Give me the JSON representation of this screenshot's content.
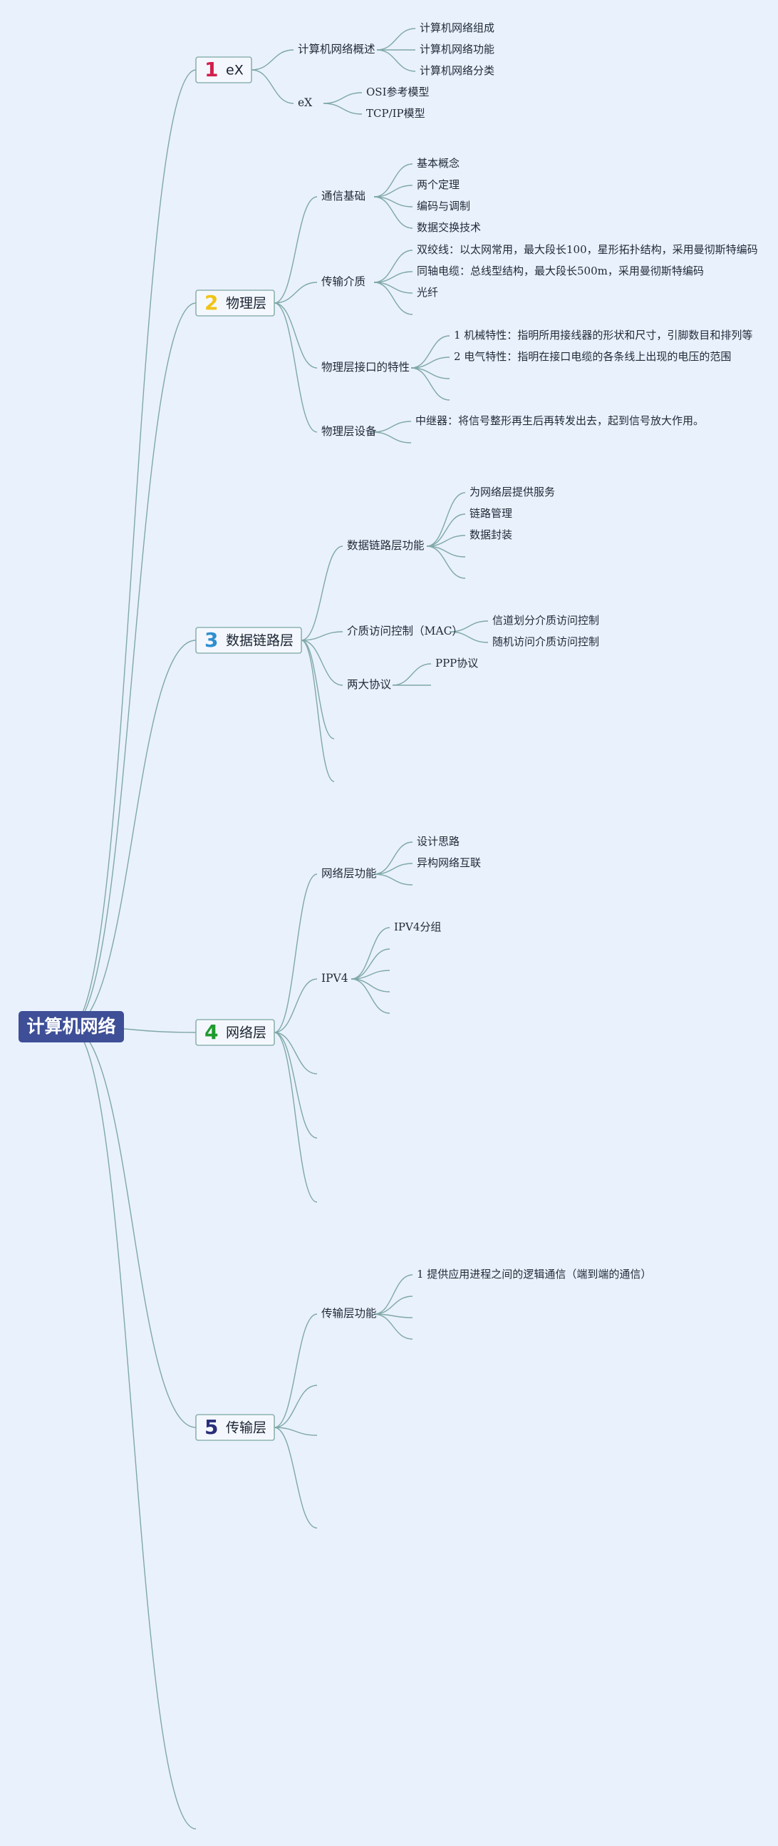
{
  "root": {
    "label": "计算机网络"
  },
  "colors": {
    "background": "#e9f1fd",
    "connector": "#7fa8a6",
    "root_fill": "#3e4f97",
    "num1": "#d21f4d",
    "num2": "#f2c316",
    "num3": "#2f8fcf",
    "num4": "#1f9a2e",
    "num5": "#2a2f7a"
  },
  "branches": [
    {
      "num": "1",
      "label": "eX",
      "children": [
        {
          "label": "计算机网络概述",
          "children": [
            "计算机网络组成",
            "计算机网络功能",
            "计算机网络分类"
          ]
        },
        {
          "label": "eX",
          "children": [
            "OSI参考模型",
            "TCP/IP模型"
          ]
        }
      ]
    },
    {
      "num": "2",
      "label": "物理层",
      "children": [
        {
          "label": "通信基础",
          "children": [
            "基本概念",
            "两个定理",
            "编码与调制",
            "数据交换技术"
          ]
        },
        {
          "label": "传输介质",
          "children": [
            "双绞线：以太网常用，最大段长100，星形拓扑结构，采用曼彻斯特编码",
            "同轴电缆：总线型结构，最大段长500m，采用曼彻斯特编码",
            "光纤",
            ""
          ]
        },
        {
          "label": "物理层接口的特性",
          "children": [
            "1 机械特性：指明所用接线器的形状和尺寸，引脚数目和排列等",
            "2 电气特性：指明在接口电缆的各条线上出现的电压的范围",
            "",
            ""
          ]
        },
        {
          "label": "物理层设备",
          "children": [
            "中继器：将信号整形再生后再转发出去，起到信号放大作用。",
            ""
          ]
        }
      ]
    },
    {
      "num": "3",
      "label": "数据链路层",
      "children": [
        {
          "label": "数据链路层功能",
          "children": [
            "为网络层提供服务",
            "链路管理",
            "数据封装",
            "",
            ""
          ]
        },
        {
          "label": "介质访问控制（MAC）",
          "children": [
            "信道划分介质访问控制",
            "随机访问介质访问控制"
          ]
        },
        {
          "label": "两大协议",
          "children": [
            "PPP协议",
            ""
          ]
        },
        {
          "label": "",
          "children": []
        },
        {
          "label": "",
          "children": []
        }
      ]
    },
    {
      "num": "4",
      "label": "网络层",
      "children": [
        {
          "label": "网络层功能",
          "children": [
            "设计思路",
            "异构网络互联",
            ""
          ]
        },
        {
          "label": "IPV4",
          "children": [
            "IPV4分组",
            "",
            "",
            "",
            ""
          ]
        },
        {
          "label": "",
          "children": []
        },
        {
          "label": "",
          "children": []
        },
        {
          "label": "",
          "children": []
        }
      ]
    },
    {
      "num": "5",
      "label": "传输层",
      "children": [
        {
          "label": "传输层功能",
          "children": [
            "1 提供应用进程之间的逻辑通信（端到端的通信）",
            "",
            "",
            ""
          ]
        },
        {
          "label": "",
          "children": []
        },
        {
          "label": "",
          "children": []
        },
        {
          "label": "",
          "children": []
        }
      ]
    }
  ]
}
